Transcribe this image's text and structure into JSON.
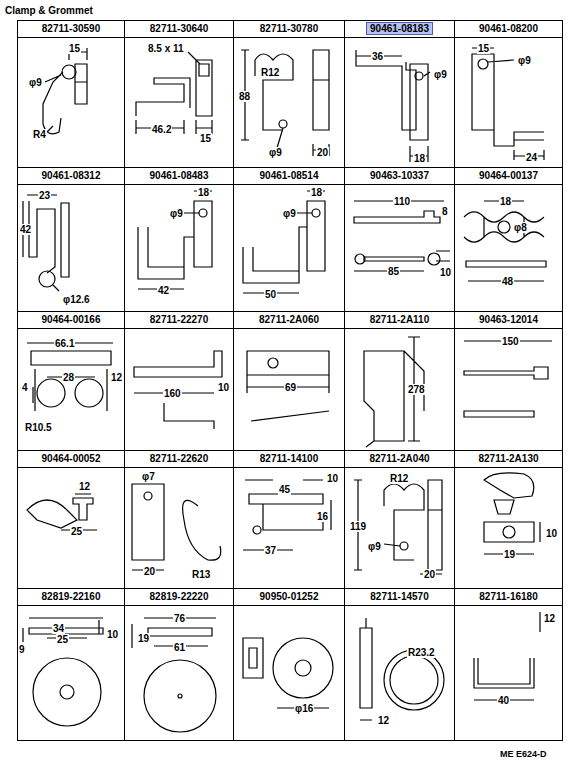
{
  "diagram": {
    "title": "Clamp & Grommet",
    "nodes": [
      {
        "text": [
          "82711-30590",
          "15",
          "φ9",
          "R4"
        ]
      },
      {
        "text": [
          "82711-30640",
          "8.5 x 11",
          "46.2",
          "15"
        ]
      },
      {
        "text": [
          "82711-30780",
          "R12",
          "88",
          "φ9",
          "20"
        ]
      },
      {
        "text": [
          "90461-08183",
          "36",
          "φ9",
          "18"
        ]
      },
      {
        "text": [
          "90461-08200",
          "15",
          "φ9",
          "24"
        ]
      },
      {
        "text": [
          "90461-08312",
          "23",
          "42",
          "φ12.6"
        ]
      },
      {
        "text": [
          "90461-08483",
          "φ9",
          "18",
          "42"
        ]
      },
      {
        "text": [
          "90461-08514",
          "φ9",
          "18",
          "50"
        ]
      },
      {
        "text": [
          "90463-10337",
          "110",
          "8",
          "85",
          "10"
        ]
      },
      {
        "text": [
          "90464-00137",
          "18",
          "φ8",
          "48"
        ]
      },
      {
        "text": [
          "90464-00166",
          "66.1",
          "28",
          "12",
          "4",
          "R10.5"
        ]
      },
      {
        "text": [
          "82711-22270",
          "10",
          "160"
        ]
      },
      {
        "text": [
          "82711-2A060",
          "69"
        ]
      },
      {
        "text": [
          "82711-2A110",
          "278"
        ]
      },
      {
        "text": [
          "90463-12014",
          "150"
        ]
      },
      {
        "text": [
          "90464-00052",
          "12",
          "25"
        ]
      },
      {
        "text": [
          "82711-22620",
          "φ7",
          "20",
          "R13"
        ]
      },
      {
        "text": [
          "82711-14100",
          "45",
          "10",
          "16",
          "37"
        ]
      },
      {
        "text": [
          "82711-2A040",
          "R12",
          "119",
          "φ9",
          "20"
        ]
      },
      {
        "text": [
          "82711-2A130",
          "10",
          "19"
        ]
      },
      {
        "text": [
          "82819-22160",
          "34",
          "10",
          "9",
          "25"
        ]
      },
      {
        "text": [
          "82819-22220",
          "76",
          "19",
          "61"
        ]
      },
      {
        "text": [
          "90950-01252",
          "φ16"
        ]
      },
      {
        "text": [
          "82711-14570",
          "R23.2",
          "12"
        ]
      },
      {
        "text": [
          "82711-16180",
          "12",
          "40"
        ]
      }
    ],
    "labels": [
      "ME E624-D"
    ]
  }
}
